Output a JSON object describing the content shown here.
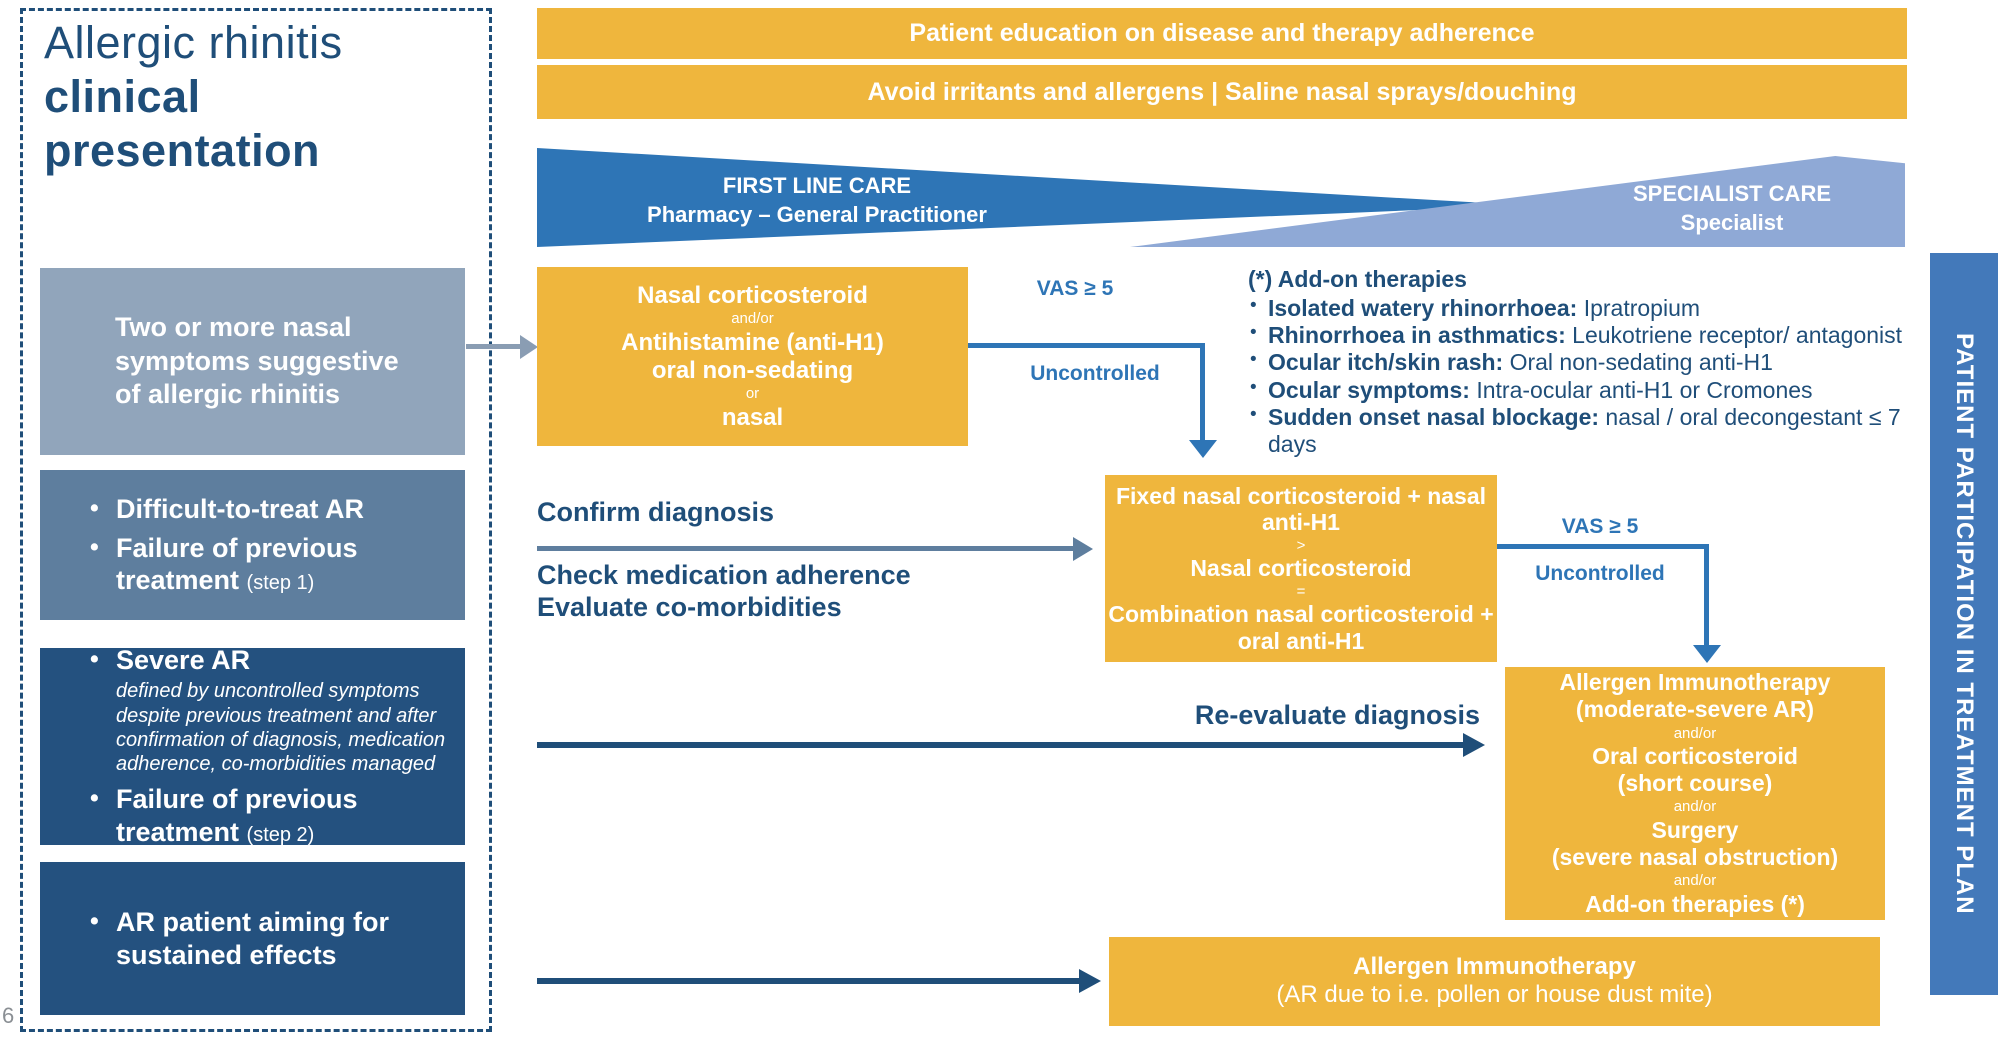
{
  "page_number": "6",
  "title": {
    "line1": "Allergic rhinitis",
    "line2": "clinical",
    "line3": "presentation"
  },
  "top_bars": {
    "education": "Patient education on disease and therapy adherence",
    "avoidance": "Avoid irritants and allergens | Saline nasal sprays/douching"
  },
  "care_banner": {
    "first_line": {
      "title": "FIRST LINE CARE",
      "subtitle": "Pharmacy – General Practitioner"
    },
    "specialist": {
      "title": "SPECIALIST CARE",
      "subtitle": "Specialist"
    }
  },
  "left_panel": {
    "box1": {
      "text": "Two or more nasal symptoms suggestive of allergic rhinitis"
    },
    "box2": {
      "item1": {
        "main": "Difficult-to-treat AR"
      },
      "item2": {
        "main": "Failure of previous treatment ",
        "suffix": "(step 1)"
      }
    },
    "box3": {
      "item1": {
        "main": "Severe AR",
        "note": "defined by uncontrolled symptoms despite previous treatment and after confirmation of diagnosis, medication adherence, co-morbidities managed"
      },
      "item2": {
        "main": "Failure of previous treatment ",
        "suffix": "(step 2)"
      }
    },
    "box4": {
      "item1": {
        "main": "AR patient aiming for sustained effects"
      }
    }
  },
  "flow": {
    "step1_box": {
      "lines": [
        "Nasal corticosteroid",
        "and/or",
        "Antihistamine (anti-H1)",
        "oral non-sedating",
        "or",
        "nasal"
      ]
    },
    "vas1": {
      "label": "VAS ≥ 5",
      "status": "Uncontrolled"
    },
    "addon": {
      "title": "(*) Add-on therapies",
      "items": [
        {
          "lead": "Isolated watery rhinorrhoea:",
          "rest": " Ipratropium"
        },
        {
          "lead": "Rhinorrhoea in asthmatics:",
          "rest": " Leukotriene receptor/ antagonist"
        },
        {
          "lead": "Ocular itch/skin rash:",
          "rest": " Oral non-sedating anti-H1"
        },
        {
          "lead": "Ocular symptoms:",
          "rest": " Intra-ocular anti-H1 or Cromones"
        },
        {
          "lead": "Sudden onset nasal blockage:",
          "rest": " nasal / oral decongestant ≤ 7 days"
        }
      ]
    },
    "confirm": {
      "line1": "Confirm diagnosis",
      "line2": "Check medication adherence",
      "line3": "Evaluate co-morbidities"
    },
    "step2_box": {
      "lines": [
        "Fixed nasal corticosteroid + nasal anti-H1",
        ">",
        "Nasal corticosteroid",
        "=",
        "Combination nasal corticosteroid + oral anti-H1"
      ]
    },
    "vas2": {
      "label": "VAS ≥ 5",
      "status": "Uncontrolled"
    },
    "step3_box": {
      "lines": [
        "Allergen Immunotherapy",
        "(moderate-severe AR)",
        "and/or",
        "Oral corticosteroid",
        "(short course)",
        "and/or",
        "Surgery",
        "(severe nasal obstruction)",
        "and/or",
        "Add-on therapies (*)"
      ]
    },
    "reevaluate": "Re-evaluate diagnosis",
    "ait_box": {
      "line1": "Allergen Immunotherapy",
      "line2": "(AR due to i.e. pollen or house dust mite)"
    }
  },
  "right_bar": {
    "label": "PATIENT PARTICIPATION IN TREATMENT PLAN"
  },
  "colors": {
    "orange": "#EFB63D",
    "navy": "#1F4E79",
    "bright_blue": "#2E75B6",
    "periwinkle": "#8FA9D6",
    "box1_blue": "#91A5BB",
    "box2_blue": "#5E7E9E",
    "dark_box_blue": "#24517F",
    "right_bar_blue": "#4379BA",
    "gray_arrow": "#8A9DB3"
  }
}
